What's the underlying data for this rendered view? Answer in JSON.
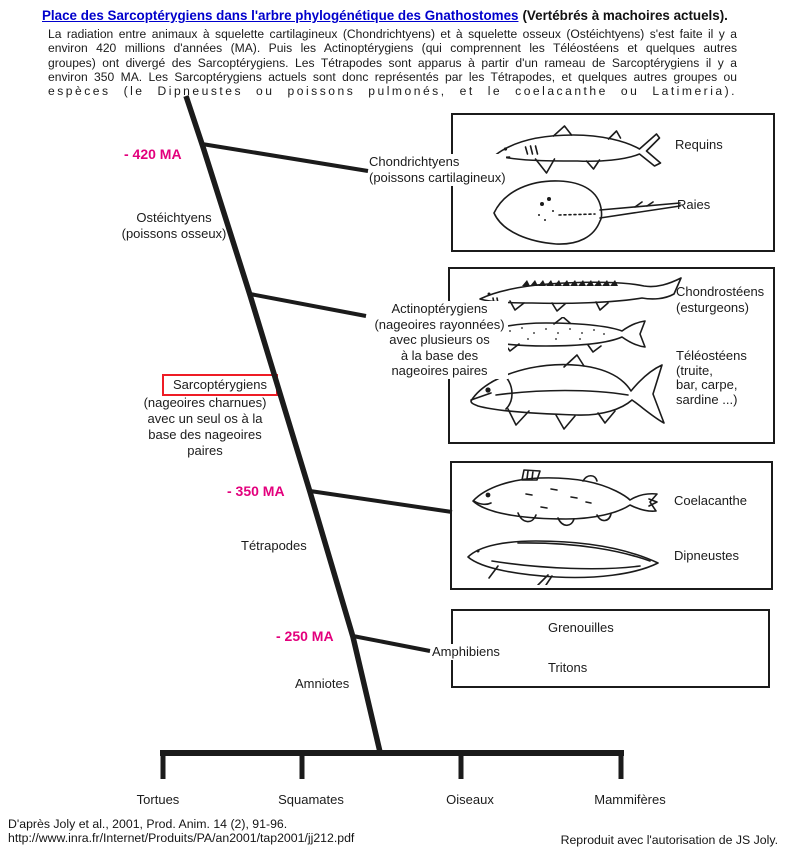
{
  "header": {
    "title": "Place des Sarcoptérygiens dans l'arbre phylogénétique des Gnathostomes",
    "subtitle": "(Vertébrés à machoires actuels)."
  },
  "intro": {
    "lines": [
      "La radiation entre animaux à squelette cartilagineux (Chondrichtyens) et à squelette osseux (Ostéichtyens) s'est faite il y a",
      "environ 420 millions d'années (MA). Puis les Actinoptérygiens (qui comprennent les Téléostéens et quelques autres",
      "groupes) ont divergé des Sarcoptérygiens. Les Tétrapodes sont apparus à partir d'un rameau de Sarcoptérygiens il y a",
      "environ 350 MA. Les Sarcoptérygiens actuels sont donc représentés par les Tétrapodes, et quelques autres groupes ou",
      "espèces (le Dipneustes ou poissons pulmonés, et le coelacanthe ou Latimeria)."
    ]
  },
  "tree": {
    "ma_420": "- 420 MA",
    "ma_350": "- 350 MA",
    "ma_250": "- 250 MA",
    "osteichtyens": {
      "name": "Ostéichtyens",
      "sub": "(poissons osseux)"
    },
    "chondrichtyens": {
      "name": "Chondrichtyens",
      "sub": "(poissons cartilagineux)"
    },
    "actinopterygiens": {
      "lines": [
        "Actinoptérygiens",
        "(nageoires rayonnées)",
        "avec plusieurs os",
        "à la base des",
        "nageoires paires"
      ]
    },
    "sarcopterygiens": {
      "name": "Sarcoptérygiens",
      "lines": [
        "(nageoires charnues)",
        "avec un seul os à la",
        "base des nageoires",
        "paires"
      ]
    },
    "tetrapodes": "Tétrapodes",
    "amniotes": "Amniotes",
    "amphibiens": "Amphibiens"
  },
  "boxes": {
    "box1": {
      "labels": [
        "Requins",
        "Raies"
      ],
      "icons": [
        "shark-icon",
        "ray-icon"
      ]
    },
    "box2": {
      "group1": {
        "name": "Chondrostéens",
        "sub": "(esturgeons)"
      },
      "group2": {
        "lines": [
          "Téléostéens",
          "(truite,",
          "bar, carpe,",
          "sardine ...)"
        ]
      },
      "icons": [
        "sturgeon-icon",
        "trout-icon",
        "tarpon-icon"
      ]
    },
    "box3": {
      "labels": [
        "Coelacanthe",
        "Dipneustes"
      ],
      "icons": [
        "coelacanth-icon",
        "lungfish-icon"
      ]
    },
    "box4": {
      "labels": [
        "Grenouilles",
        "Tritons"
      ]
    }
  },
  "base": {
    "labels": [
      "Tortues",
      "Squamates",
      "Oiseaux",
      "Mammifères"
    ]
  },
  "footer": {
    "citation": "D'après Joly et al., 2001, Prod. Anim. 14 (2), 91-96.",
    "url": "http://www.inra.fr/Internet/Produits/PA/an2001/tap2001/jj212.pdf",
    "credit": "Reproduit avec l'autorisation de JS Joly."
  },
  "colors": {
    "title_blue": "#0000cc",
    "magenta": "#e3007d",
    "red_highlight": "#ee1c25",
    "ink": "#1b1b1b"
  }
}
